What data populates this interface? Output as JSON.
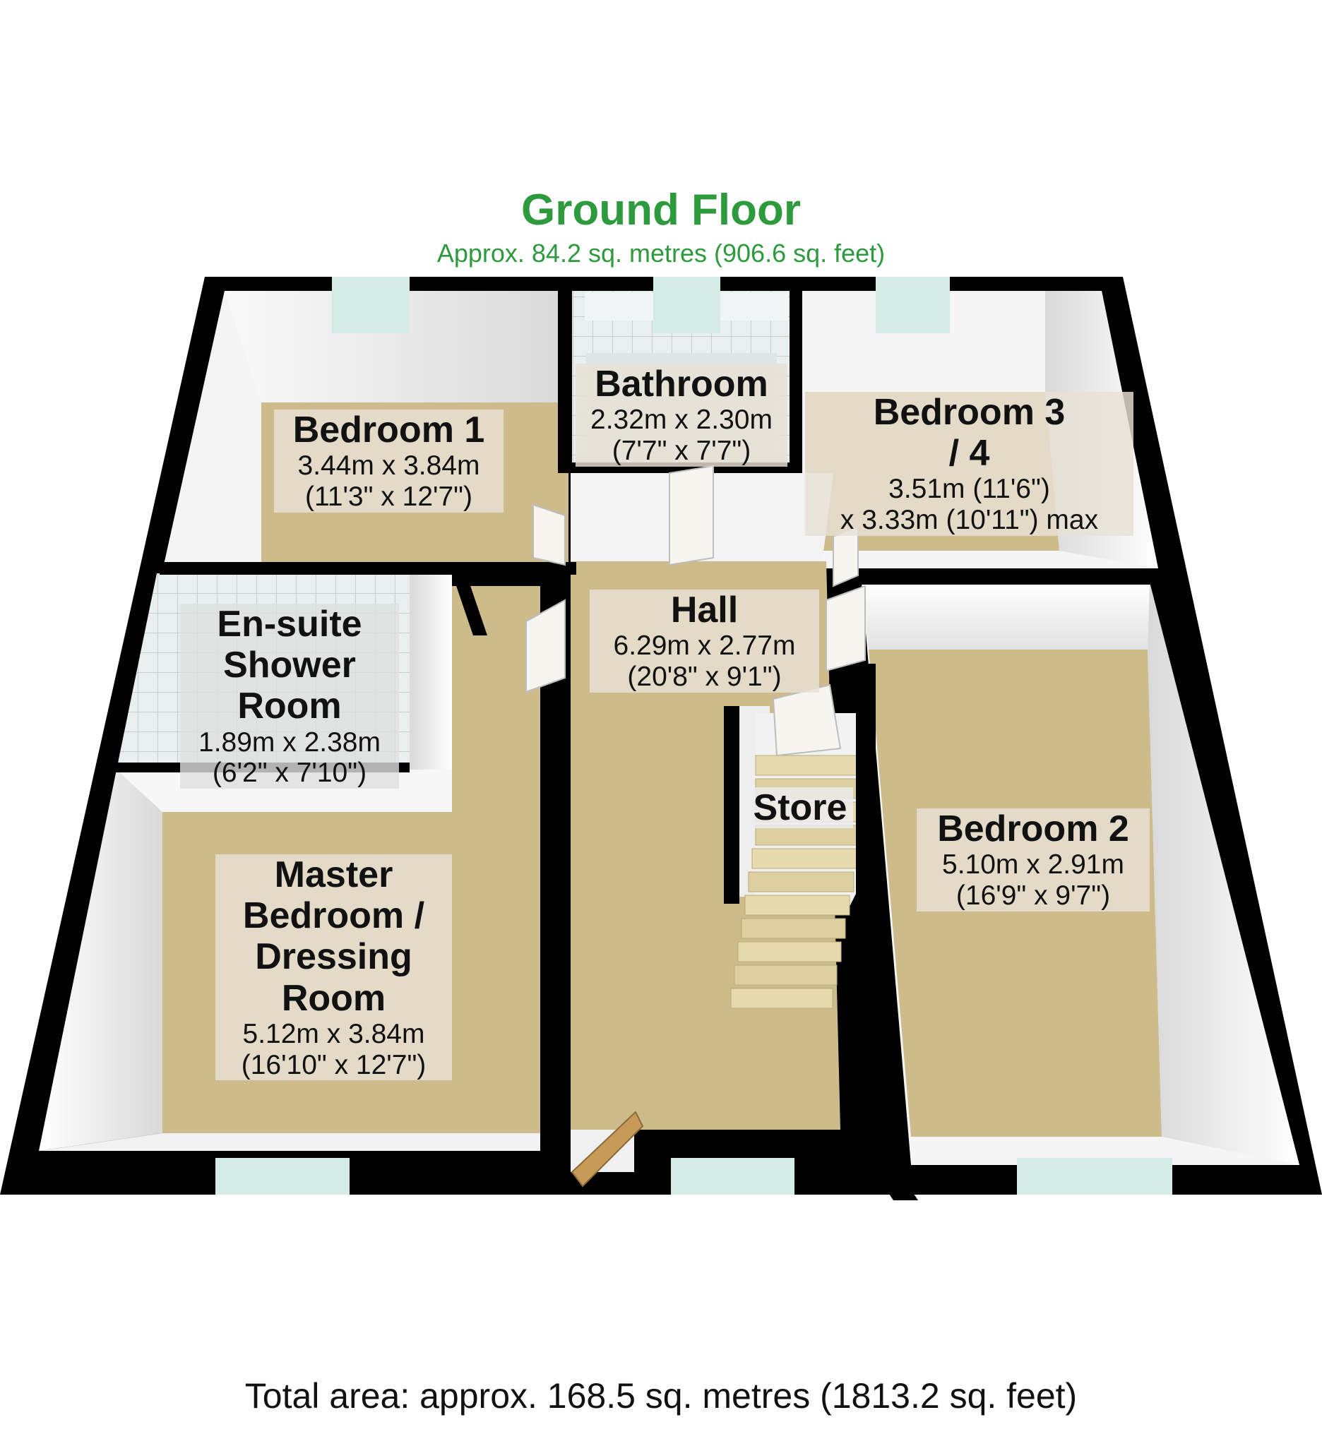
{
  "floor": {
    "title": "Ground Floor",
    "area": "Approx. 84.2 sq. metres (906.6 sq. feet)"
  },
  "total_area": "Total area: approx. 168.5 sq. metres (1813.2 sq. feet)",
  "rooms": {
    "bedroom1": {
      "name": "Bedroom 1",
      "dim1": "3.44m x 3.84m",
      "dim2": "(11'3\" x 12'7\")"
    },
    "bathroom": {
      "name": "Bathroom",
      "dim1": "2.32m x 2.30m",
      "dim2": "(7'7\" x 7'7\")"
    },
    "bedroom34": {
      "name1": "Bedroom 3",
      "name2": "/ 4",
      "dim1": "3.51m (11'6\")",
      "dim2": "x 3.33m (10'11\") max"
    },
    "ensuite": {
      "name1": "En-suite",
      "name2": "Shower",
      "name3": "Room",
      "dim1": "1.89m x 2.38m",
      "dim2": "(6'2\" x 7'10\")"
    },
    "hall": {
      "name": "Hall",
      "dim1": "6.29m x 2.77m",
      "dim2": "(20'8\" x 9'1\")"
    },
    "store": {
      "name": "Store"
    },
    "bedroom2": {
      "name": "Bedroom 2",
      "dim1": "5.10m x 2.91m",
      "dim2": "(16'9\" x 9'7\")"
    },
    "master": {
      "name1": "Master",
      "name2": "Bedroom /",
      "name3": "Dressing",
      "name4": "Room",
      "dim1": "5.12m x 3.84m",
      "dim2": "(16'10\" x 12'7\")"
    }
  },
  "colors": {
    "title_green": "#2e9a3e",
    "wall": "#000000",
    "carpet": "#cdbb8c",
    "window_glass": "#d8ece8",
    "tile": "#e6ecec"
  }
}
